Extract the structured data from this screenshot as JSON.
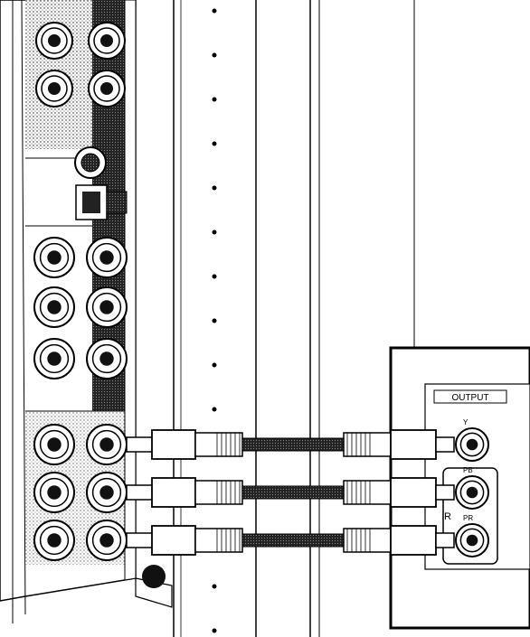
{
  "output_panel": {
    "title": "OUTPUT",
    "jack_labels": [
      "Y",
      "PB",
      "PR"
    ],
    "side_label": "R"
  },
  "tv_panel": {
    "upper_jack_rows": 2,
    "lower_jack_rows": 3,
    "cable_rows": 3
  },
  "colors": {
    "line": "#000000",
    "panel": "#ffffff",
    "shade": "#111111"
  }
}
